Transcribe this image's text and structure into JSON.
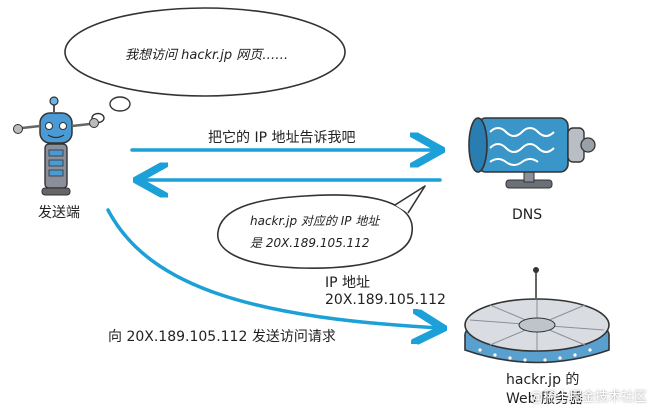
{
  "bubble_top_text": "我想访问 hackr.jp 网页……",
  "bubble_dns_line1": "hackr.jp 对应的 IP 地址",
  "bubble_dns_line2": "是 20X.189.105.112",
  "client_label": "发送端",
  "dns_label": "DNS",
  "arrow_request_label": "把它的 IP 地址告诉我吧",
  "ip_label_line1": "IP 地址",
  "ip_label_line2": "20X.189.105.112",
  "send_request_label": "向 20X.189.105.112 发送访问请求",
  "server_label_line1": "hackr.jp 的",
  "server_label_line2": "Web 服务器",
  "watermark": "@稀土掘金技术社区",
  "colors": {
    "arrow": "#1ca0d8",
    "robot": "#4a9ad6",
    "dns_body": "#3a95c8",
    "server": "#5aa0cf"
  }
}
